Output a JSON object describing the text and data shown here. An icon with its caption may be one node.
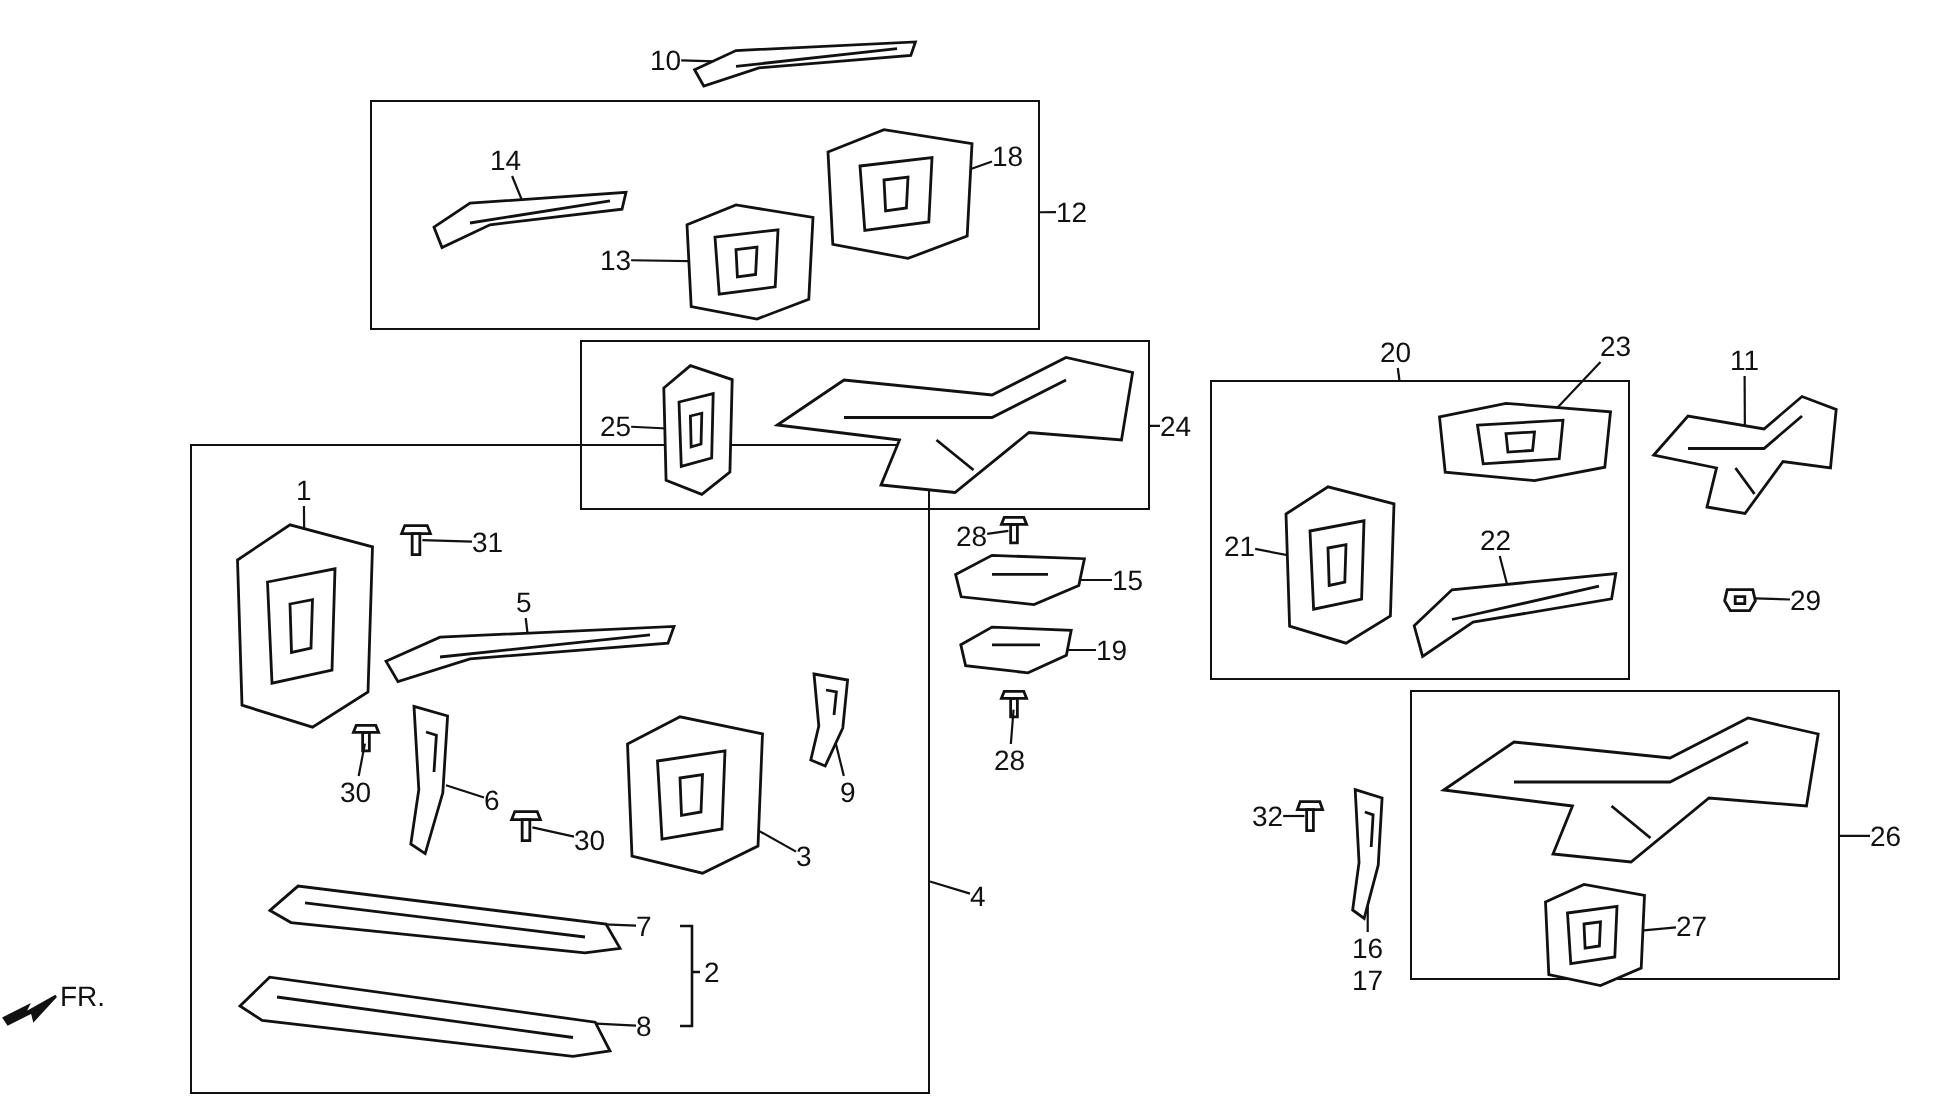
{
  "diagram": {
    "nodes": [
      {
        "text": [
          "10"
        ]
      },
      {
        "text": [],
        "shape": "picture"
      },
      {
        "text": [],
        "shape": "box"
      },
      {
        "text": [
          "14"
        ],
        "in": 2
      },
      {
        "text": [],
        "shape": "picture",
        "in": 2
      },
      {
        "text": [
          "18"
        ],
        "in": 2
      },
      {
        "text": [],
        "shape": "picture",
        "in": 2
      },
      {
        "text": [
          "13"
        ],
        "in": 2
      },
      {
        "text": [],
        "shape": "picture",
        "in": 2
      },
      {
        "text": [
          "12"
        ]
      },
      {
        "text": [],
        "shape": "box"
      },
      {
        "text": [
          "25"
        ],
        "in": 10
      },
      {
        "text": [],
        "shape": "picture",
        "in": 10
      },
      {
        "text": [],
        "shape": "picture",
        "in": 10
      },
      {
        "text": [
          "24"
        ]
      },
      {
        "text": [
          "28"
        ]
      },
      {
        "text": [],
        "shape": "picture"
      },
      {
        "text": [],
        "shape": "picture"
      },
      {
        "text": [
          "15"
        ]
      },
      {
        "text": [],
        "shape": "picture"
      },
      {
        "text": [
          "19"
        ]
      },
      {
        "text": [],
        "shape": "picture"
      },
      {
        "text": [
          "28"
        ]
      },
      {
        "text": [],
        "shape": "box"
      },
      {
        "text": [
          "20"
        ]
      },
      {
        "text": [
          "21"
        ],
        "in": 23
      },
      {
        "text": [],
        "shape": "picture",
        "in": 23
      },
      {
        "text": [
          "23"
        ]
      },
      {
        "text": [],
        "shape": "picture",
        "in": 23
      },
      {
        "text": [
          "22"
        ],
        "in": 23
      },
      {
        "text": [],
        "shape": "picture",
        "in": 23
      },
      {
        "text": [
          "11"
        ]
      },
      {
        "text": [],
        "shape": "picture"
      },
      {
        "text": [],
        "shape": "picture"
      },
      {
        "text": [
          "29"
        ]
      },
      {
        "text": [],
        "shape": "box"
      },
      {
        "text": [
          "1"
        ],
        "in": 35
      },
      {
        "text": [],
        "shape": "picture",
        "in": 35
      },
      {
        "text": [
          "31"
        ],
        "in": 35
      },
      {
        "text": [],
        "shape": "picture",
        "in": 35
      },
      {
        "text": [
          "5"
        ],
        "in": 35
      },
      {
        "text": [],
        "shape": "picture",
        "in": 35
      },
      {
        "text": [],
        "shape": "picture",
        "in": 35
      },
      {
        "text": [
          "30"
        ],
        "in": 35
      },
      {
        "text": [],
        "shape": "picture",
        "in": 35
      },
      {
        "text": [
          "6"
        ],
        "in": 35
      },
      {
        "text": [],
        "shape": "picture",
        "in": 35
      },
      {
        "text": [
          "30"
        ],
        "in": 35
      },
      {
        "text": [],
        "shape": "picture",
        "in": 35
      },
      {
        "text": [
          "9"
        ],
        "in": 35
      },
      {
        "text": [],
        "shape": "picture",
        "in": 35
      },
      {
        "text": [
          "3"
        ],
        "in": 35
      },
      {
        "text": [],
        "shape": "picture",
        "in": 35
      },
      {
        "text": [
          "7"
        ],
        "in": 35
      },
      {
        "text": [],
        "shape": "picture",
        "in": 35
      },
      {
        "text": [
          "8"
        ],
        "in": 35
      },
      {
        "text": [
          "4"
        ]
      },
      {
        "text": [],
        "shape": "picture"
      },
      {
        "text": [
          "32"
        ]
      },
      {
        "text": [],
        "shape": "picture"
      },
      {
        "text": [
          "16",
          "17"
        ]
      },
      {
        "text": [],
        "shape": "box"
      },
      {
        "text": [],
        "shape": "picture",
        "in": 61
      },
      {
        "text": [],
        "shape": "picture",
        "in": 61
      },
      {
        "text": [
          "27"
        ],
        "in": 61
      },
      {
        "text": [
          "26"
        ]
      }
    ],
    "edges": [
      {
        "from": 0,
        "to": 1,
        "arrow": "none"
      },
      {
        "from": 3,
        "to": 4,
        "arrow": "none"
      },
      {
        "from": 5,
        "to": 6,
        "arrow": "none"
      },
      {
        "from": 7,
        "to": 8,
        "arrow": "none"
      },
      {
        "from": 9,
        "to": 2,
        "arrow": "none"
      },
      {
        "from": 11,
        "to": 12,
        "arrow": "none"
      },
      {
        "from": 14,
        "to": 10,
        "arrow": "none"
      },
      {
        "from": 15,
        "to": 16,
        "arrow": "none"
      },
      {
        "from": 18,
        "to": 17,
        "arrow": "none"
      },
      {
        "from": 20,
        "to": 19,
        "arrow": "none"
      },
      {
        "from": 22,
        "to": 21,
        "arrow": "none"
      },
      {
        "from": 24,
        "to": 23,
        "arrow": "none"
      },
      {
        "from": 25,
        "to": 26,
        "arrow": "none"
      },
      {
        "from": 27,
        "to": 28,
        "arrow": "none"
      },
      {
        "from": 29,
        "to": 30,
        "arrow": "none"
      },
      {
        "from": 31,
        "to": 32,
        "arrow": "none"
      },
      {
        "from": 34,
        "to": 33,
        "arrow": "none"
      },
      {
        "from": 36,
        "to": 37,
        "arrow": "none"
      },
      {
        "from": 38,
        "to": 39,
        "arrow": "none"
      },
      {
        "from": 40,
        "to": 41,
        "arrow": "none"
      },
      {
        "from": 43,
        "to": 42,
        "arrow": "none"
      },
      {
        "from": 45,
        "to": 44,
        "arrow": "none"
      },
      {
        "from": 47,
        "to": 46,
        "arrow": "none"
      },
      {
        "from": 49,
        "to": 48,
        "arrow": "none"
      },
      {
        "from": 51,
        "to": 50,
        "arrow": "none"
      },
      {
        "from": 53,
        "to": 52,
        "arrow": "none"
      },
      {
        "from": 55,
        "to": 54,
        "arrow": "none"
      },
      {
        "from": 56,
        "to": 35,
        "arrow": "none"
      },
      {
        "from": 58,
        "to": 57,
        "arrow": "none"
      },
      {
        "from": 60,
        "to": 59,
        "arrow": "none"
      },
      {
        "from": 64,
        "to": 63,
        "arrow": "none"
      },
      {
        "from": 65,
        "to": 61,
        "arrow": "none"
      }
    ],
    "labels": [
      "2",
      "FR."
    ]
  }
}
